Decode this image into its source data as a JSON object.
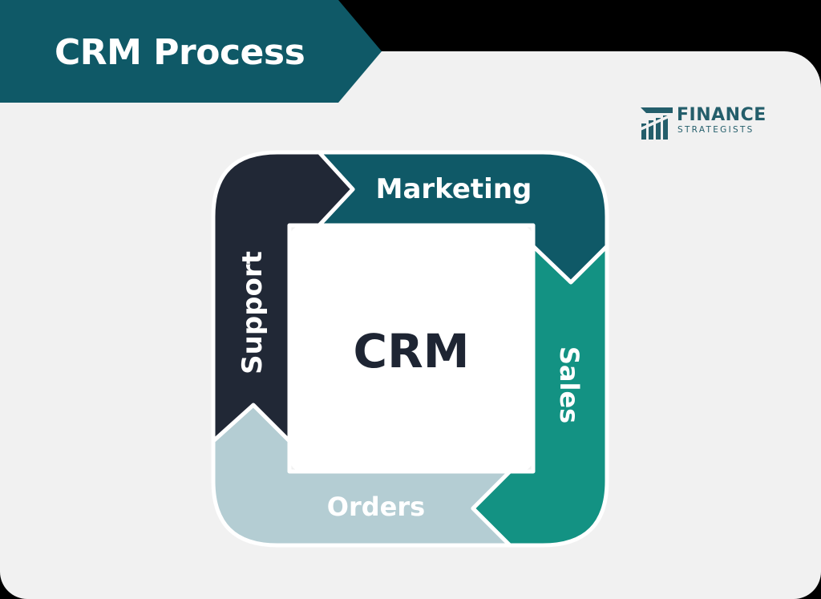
{
  "title": "CRM Process",
  "logo": {
    "line1": "FINANCE",
    "line2": "STRATEGISTS"
  },
  "center_label": "CRM",
  "stages": [
    {
      "label": "Marketing",
      "color": "#0f5967"
    },
    {
      "label": "Sales",
      "color": "#139283"
    },
    {
      "label": "Orders",
      "color": "#b4cdd3"
    },
    {
      "label": "Support",
      "color": "#212836"
    }
  ],
  "colors": {
    "banner": "#0f5967",
    "card": "#f1f1f1",
    "center_text": "#1e2533",
    "logo": "#245e6b"
  }
}
